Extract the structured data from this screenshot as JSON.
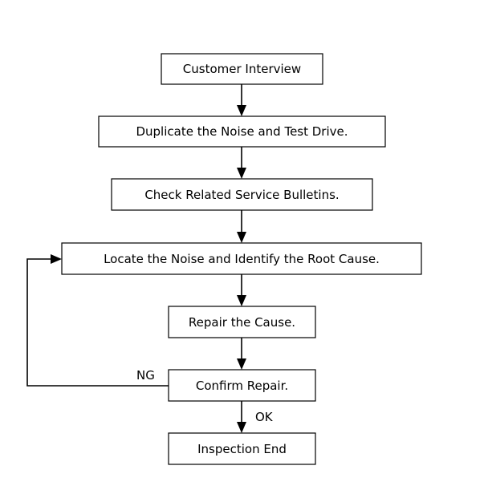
{
  "diagram": {
    "steps": [
      {
        "id": "customer-interview",
        "label": "Customer Interview"
      },
      {
        "id": "duplicate-noise",
        "label": "Duplicate the Noise and Test Drive."
      },
      {
        "id": "check-bulletins",
        "label": "Check Related Service Bulletins."
      },
      {
        "id": "locate-noise",
        "label": "Locate the Noise and Identify the Root Cause."
      },
      {
        "id": "repair-cause",
        "label": "Repair the Cause."
      },
      {
        "id": "confirm-repair",
        "label": "Confirm Repair."
      },
      {
        "id": "inspection-end",
        "label": "Inspection End"
      }
    ],
    "edges": [
      {
        "from": "customer-interview",
        "to": "duplicate-noise",
        "label": ""
      },
      {
        "from": "duplicate-noise",
        "to": "check-bulletins",
        "label": ""
      },
      {
        "from": "check-bulletins",
        "to": "locate-noise",
        "label": ""
      },
      {
        "from": "locate-noise",
        "to": "repair-cause",
        "label": ""
      },
      {
        "from": "repair-cause",
        "to": "confirm-repair",
        "label": ""
      },
      {
        "from": "confirm-repair",
        "to": "inspection-end",
        "label": "OK"
      },
      {
        "from": "confirm-repair",
        "to": "locate-noise",
        "label": "NG"
      }
    ]
  }
}
